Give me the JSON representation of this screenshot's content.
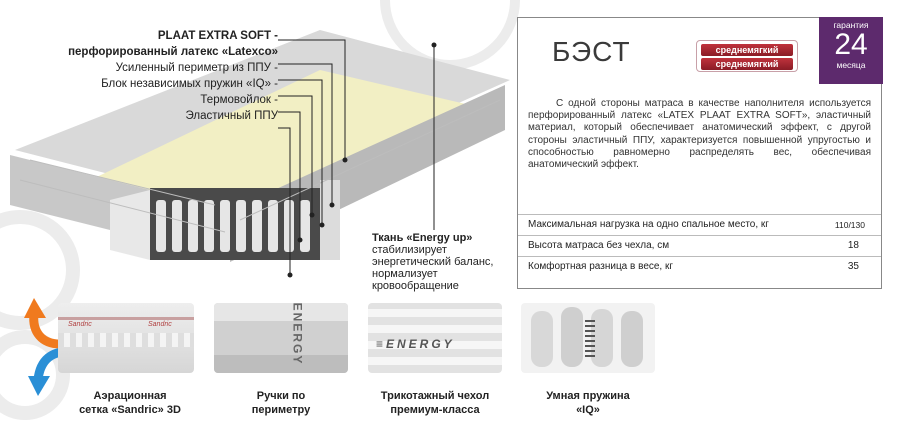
{
  "callouts": {
    "latex_line1": "PLAAT EXTRA SOFT -",
    "latex_line2": "перфорированный латекс «Latexco»",
    "perimeter": "Усиленный периметр из ППУ -",
    "springs": "Блок независимых пружин «IQ» -",
    "felt": "Термовойлок -",
    "foam": "Эластичный ППУ"
  },
  "fabric": {
    "name": "Ткань «Energy up»",
    "text": " стабилизирует энергетический баланс, нормализует кровообращение"
  },
  "product": {
    "name": "БЭСТ",
    "badge_line1": "среднемягкий",
    "badge_line2": "среднемягкий",
    "warranty_title": "гарантия",
    "warranty_number": "24",
    "warranty_unit": "месяца",
    "description": "С одной стороны матраса в качестве наполнителя используется перфорированный латекс «LATEX PLAAT EXTRA SOFT», эластичный материал, который обеспечивает анатомический эффект, с другой стороны эластичный ППУ, характеризуется повышенной упругостью и способностью равномерно распределять вес, обеспечивая анатомический эффект."
  },
  "specs": [
    {
      "label": "Максимальная нагрузка на одно спальное место, кг",
      "value": "110/130"
    },
    {
      "label": "Высота матраса без чехла, см",
      "value": "18"
    },
    {
      "label": "Комфортная разница в весе, кг",
      "value": "35"
    }
  ],
  "features": [
    {
      "line1": "Аэрационная",
      "line2": "сетка «Sandric» 3D"
    },
    {
      "line1": "Ручки по",
      "line2": "периметру"
    },
    {
      "line1": "Трикотажный чехол",
      "line2": "премиум-класса"
    },
    {
      "line1": "Умная пружина",
      "line2": "«IQ»"
    }
  ],
  "thumb_text": {
    "sandric": "Sandric",
    "energy_side": "ENERGY",
    "energy_cover": "≡ENERGY"
  },
  "colors": {
    "warranty": "#5d2a6d",
    "badge": "#c0323c",
    "latex": "#f2efc4",
    "arrow_hot": "#f07a1e",
    "arrow_cool": "#2a8fd6"
  }
}
